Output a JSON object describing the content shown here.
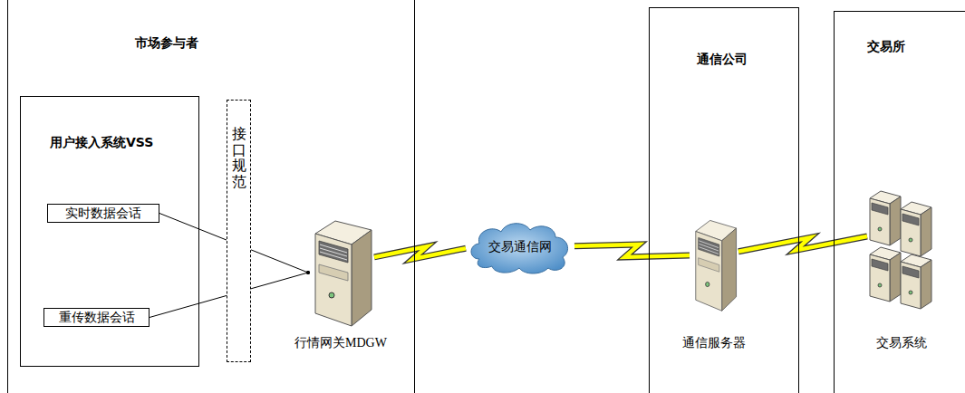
{
  "diagram": {
    "nodes": [
      {
        "text": [
          "市场参与者"
        ]
      },
      {
        "text": [
          "用户接入系统VSS"
        ],
        "in": 0
      },
      {
        "text": [
          "实时数据会话"
        ],
        "in": 1
      },
      {
        "text": [
          "重传数据会话"
        ],
        "in": 1
      },
      {
        "text": [
          "接口规范"
        ],
        "in": 0
      },
      {
        "text": [
          "行情网关MDGW"
        ],
        "in": 0
      },
      {
        "text": [
          "交易通信网"
        ]
      },
      {
        "text": [
          "通信公司"
        ]
      },
      {
        "text": [
          "通信服务器"
        ],
        "in": 7
      },
      {
        "text": [
          "交易所"
        ]
      },
      {
        "text": [
          "交易系统"
        ],
        "in": 9
      }
    ],
    "edges": [
      {
        "from": 2,
        "to": 5,
        "arrow": "none"
      },
      {
        "from": 3,
        "to": 5,
        "arrow": "none"
      },
      {
        "from": 5,
        "to": 6,
        "arrow": "none"
      },
      {
        "from": 6,
        "to": 8,
        "arrow": "none"
      },
      {
        "from": 8,
        "to": 10,
        "arrow": "none"
      }
    ]
  }
}
